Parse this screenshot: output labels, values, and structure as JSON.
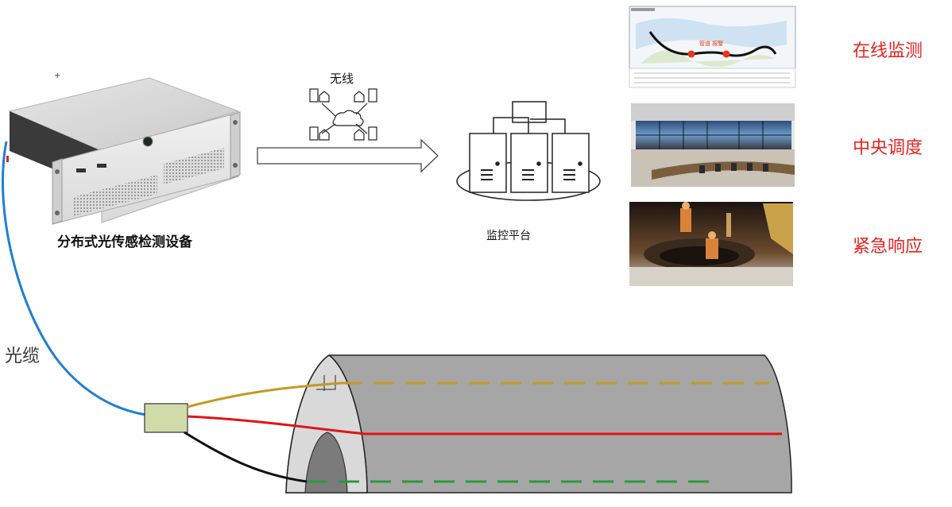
{
  "labels": {
    "device": "分布式光传感检测设备",
    "wireless": "无线",
    "platform": "监控平台",
    "cable": "光缆"
  },
  "functions": [
    "在线监测",
    "中央调度",
    "紧急响应"
  ],
  "map_caption": "管道 报警",
  "colors": {
    "function_text": "#e8231f",
    "cable_blue": "#1f7fd0",
    "fiber_gold": "#c39a22",
    "fiber_red": "#e0141a",
    "fiber_black": "#111111",
    "fiber_green": "#2a9a3c",
    "pipe_gray": "#a6a6a6",
    "connector_green": "#cfdcaa"
  }
}
